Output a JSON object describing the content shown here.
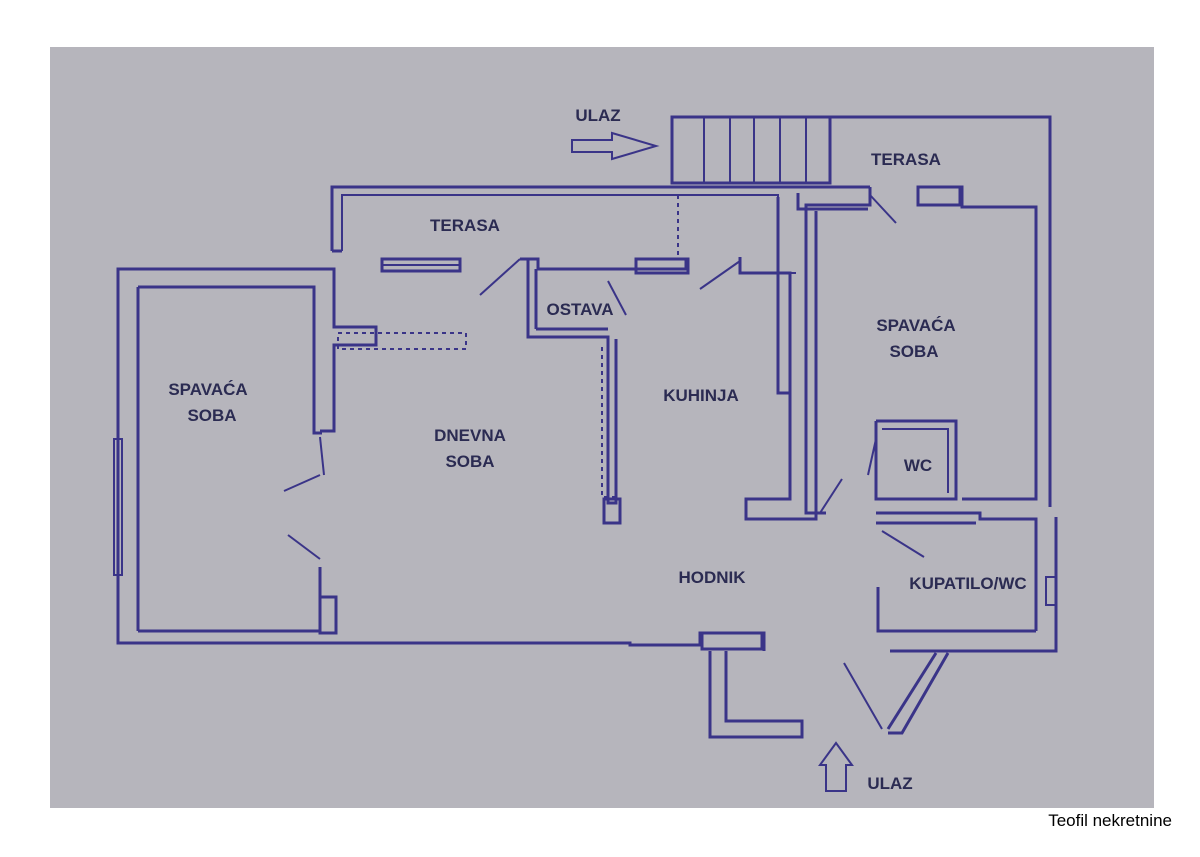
{
  "floor_plan": {
    "labels": {
      "entrance_top": "ULAZ",
      "entrance_bottom": "ULAZ",
      "terrace_top_right": "TERASA",
      "terrace_middle": "TERASA",
      "bedroom_left_line1": "SPAVAĆA",
      "bedroom_left_line2": "SOBA",
      "living_room_line1": "DNEVNA",
      "living_room_line2": "SOBA",
      "storage": "OSTAVA",
      "kitchen": "KUHINJA",
      "bedroom_right_line1": "SPAVAĆA",
      "bedroom_right_line2": "SOBA",
      "wc": "WC",
      "hallway": "HODNIK",
      "bathroom": "KUPATILO/WC"
    },
    "colors": {
      "paper": "#b6b5bc",
      "ink": "#3a3488",
      "label_ink": "#2b2b52"
    }
  },
  "watermark": "Teofil nekretnine"
}
